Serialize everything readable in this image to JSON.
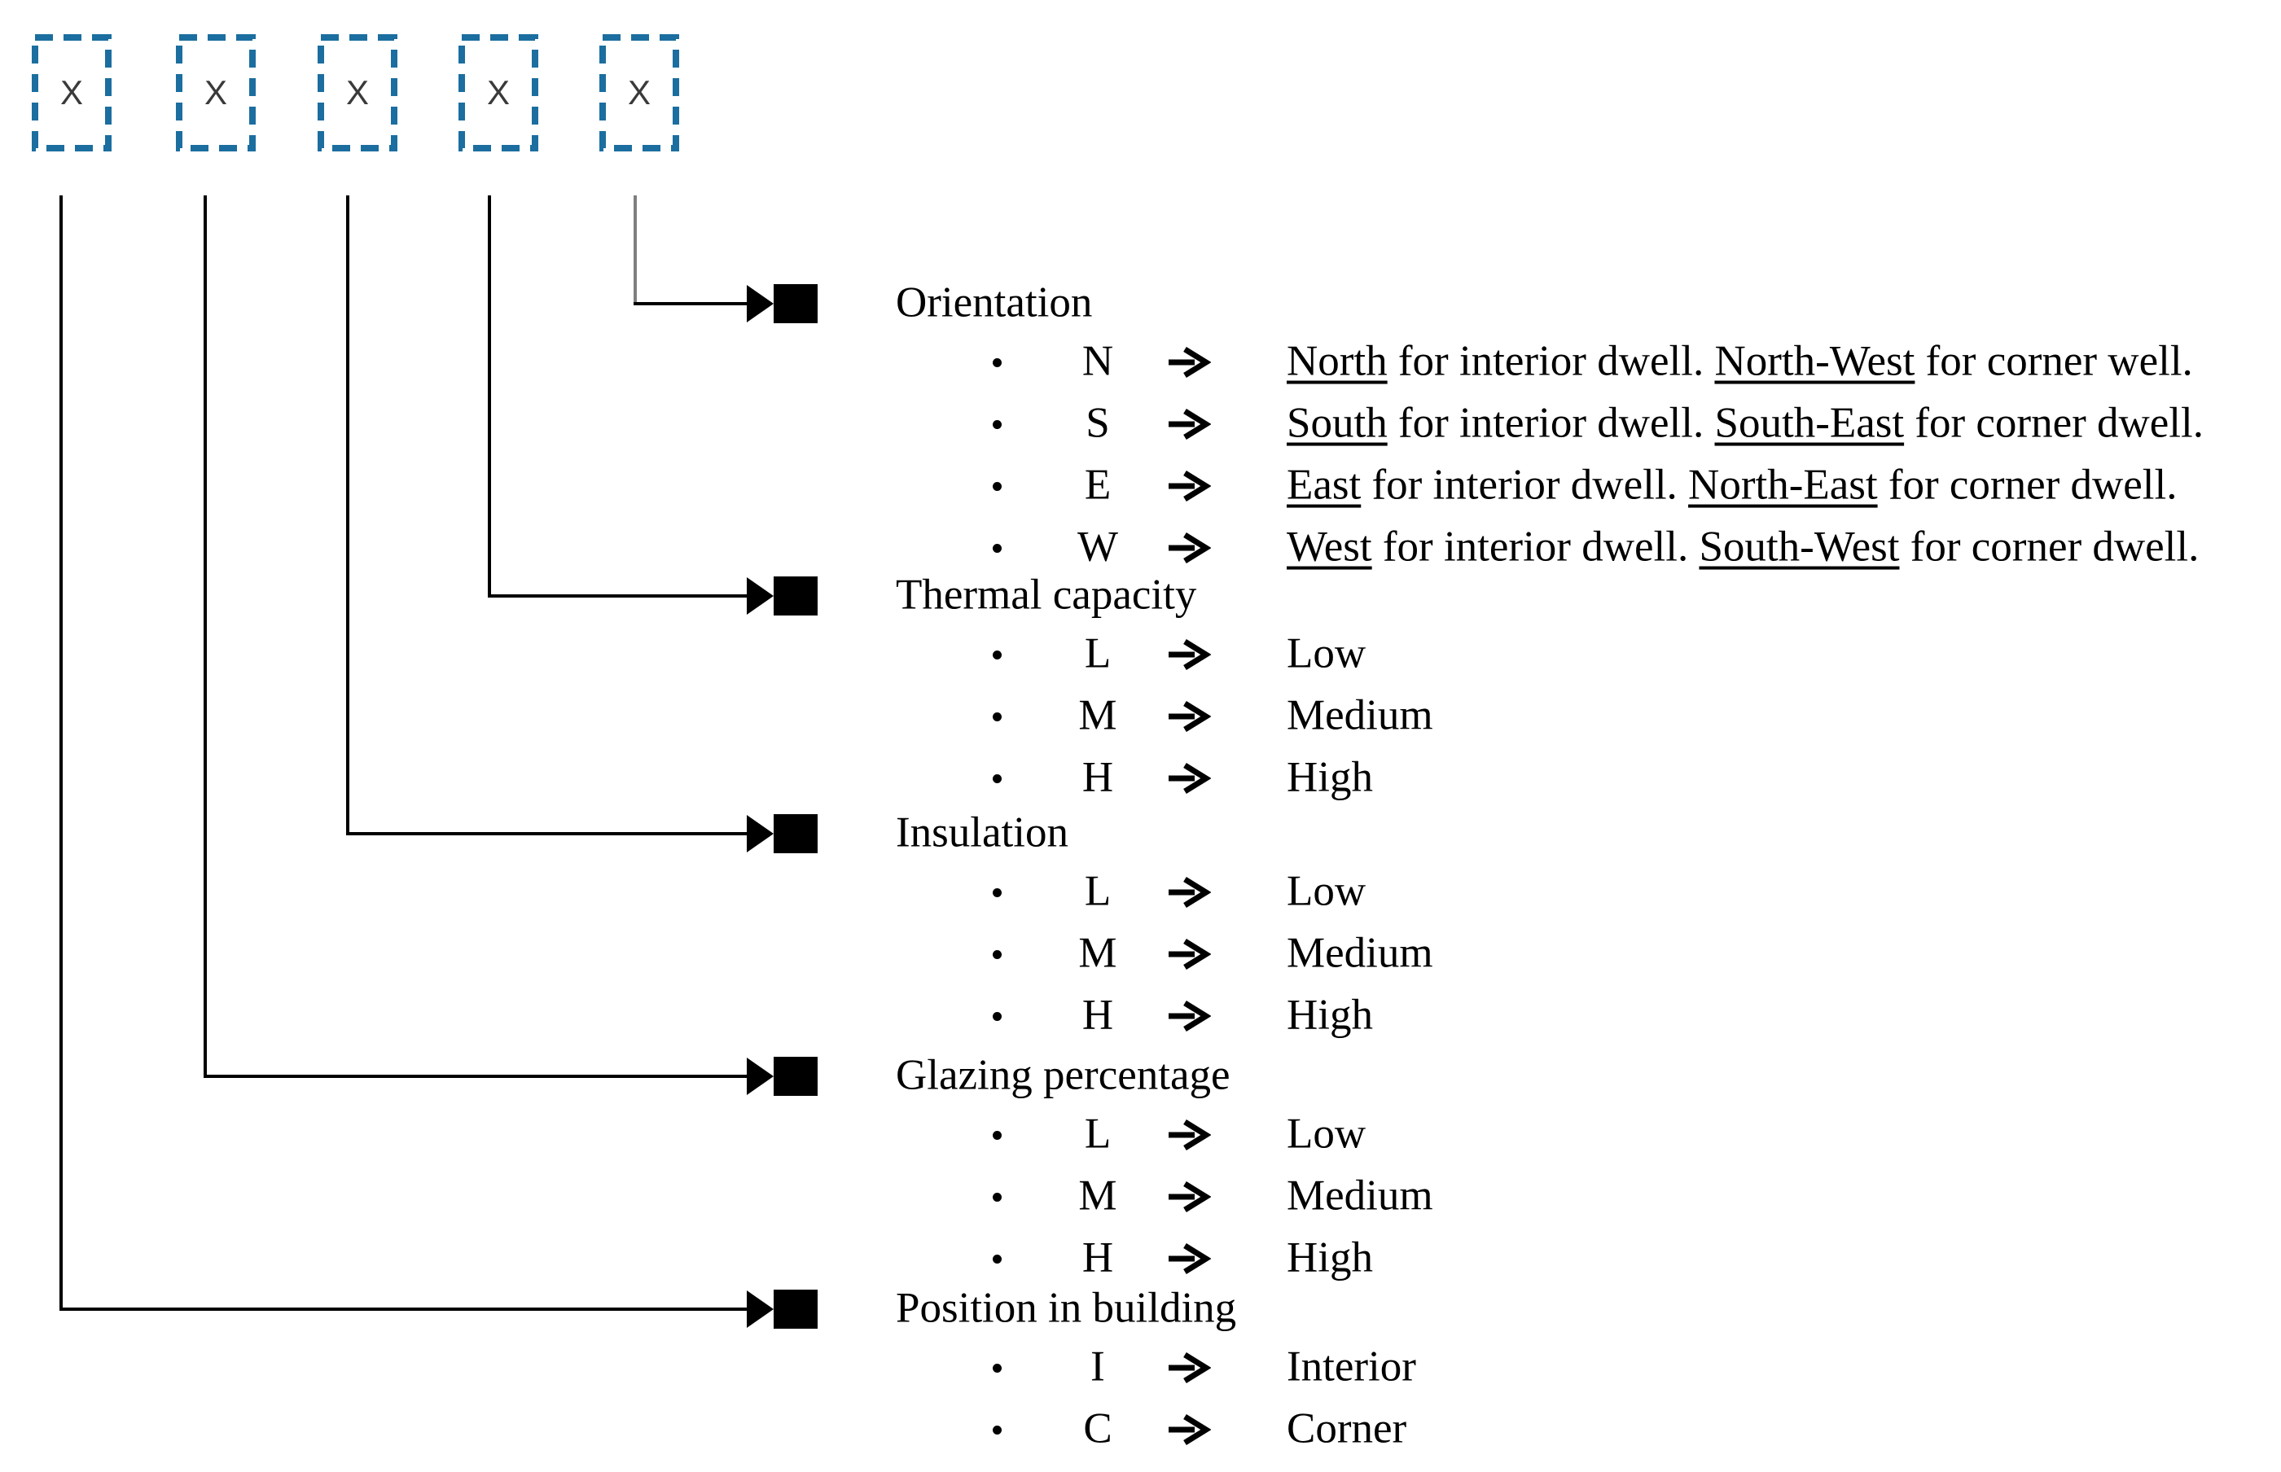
{
  "colors": {
    "background": "#ffffff",
    "box_border": "#1b6e9f",
    "x_text": "#3a3a3a",
    "wire": "#000000",
    "wire_gray": "#7f7f7f",
    "text": "#000000"
  },
  "icons": {
    "bullet": "•",
    "right_arrow": "→"
  },
  "placeholder_boxes": [
    {
      "label": "X"
    },
    {
      "label": "X"
    },
    {
      "label": "X"
    },
    {
      "label": "X"
    },
    {
      "label": "X"
    }
  ],
  "sections": [
    {
      "title": "Orientation",
      "items": [
        {
          "code": "N",
          "desc": [
            {
              "t": "North",
              "u": true
            },
            {
              "t": " for interior dwell. ",
              "u": false
            },
            {
              "t": "North-West",
              "u": true
            },
            {
              "t": " for corner well.",
              "u": false
            }
          ]
        },
        {
          "code": "S",
          "desc": [
            {
              "t": "South",
              "u": true
            },
            {
              "t": " for interior dwell. ",
              "u": false
            },
            {
              "t": "South-East",
              "u": true
            },
            {
              "t": " for corner dwell.",
              "u": false
            }
          ]
        },
        {
          "code": "E",
          "desc": [
            {
              "t": "East",
              "u": true
            },
            {
              "t": " for interior dwell. ",
              "u": false
            },
            {
              "t": "North-East",
              "u": true
            },
            {
              "t": " for corner dwell.",
              "u": false
            }
          ]
        },
        {
          "code": "W",
          "desc": [
            {
              "t": "West",
              "u": true
            },
            {
              "t": " for interior dwell. ",
              "u": false
            },
            {
              "t": "South-West",
              "u": true
            },
            {
              "t": " for corner dwell.",
              "u": false
            }
          ]
        }
      ]
    },
    {
      "title": "Thermal capacity",
      "items": [
        {
          "code": "L",
          "desc": [
            {
              "t": "Low",
              "u": false
            }
          ]
        },
        {
          "code": "M",
          "desc": [
            {
              "t": "Medium",
              "u": false
            }
          ]
        },
        {
          "code": "H",
          "desc": [
            {
              "t": "High",
              "u": false
            }
          ]
        }
      ]
    },
    {
      "title": "Insulation",
      "items": [
        {
          "code": "L",
          "desc": [
            {
              "t": "Low",
              "u": false
            }
          ]
        },
        {
          "code": "M",
          "desc": [
            {
              "t": "Medium",
              "u": false
            }
          ]
        },
        {
          "code": "H",
          "desc": [
            {
              "t": "High",
              "u": false
            }
          ]
        }
      ]
    },
    {
      "title": "Glazing percentage",
      "items": [
        {
          "code": "L",
          "desc": [
            {
              "t": "Low",
              "u": false
            }
          ]
        },
        {
          "code": "M",
          "desc": [
            {
              "t": "Medium",
              "u": false
            }
          ]
        },
        {
          "code": "H",
          "desc": [
            {
              "t": "High",
              "u": false
            }
          ]
        }
      ]
    },
    {
      "title": "Position in building",
      "items": [
        {
          "code": "I",
          "desc": [
            {
              "t": "Interior",
              "u": false
            }
          ]
        },
        {
          "code": "C",
          "desc": [
            {
              "t": "Corner",
              "u": false
            }
          ]
        }
      ]
    }
  ]
}
